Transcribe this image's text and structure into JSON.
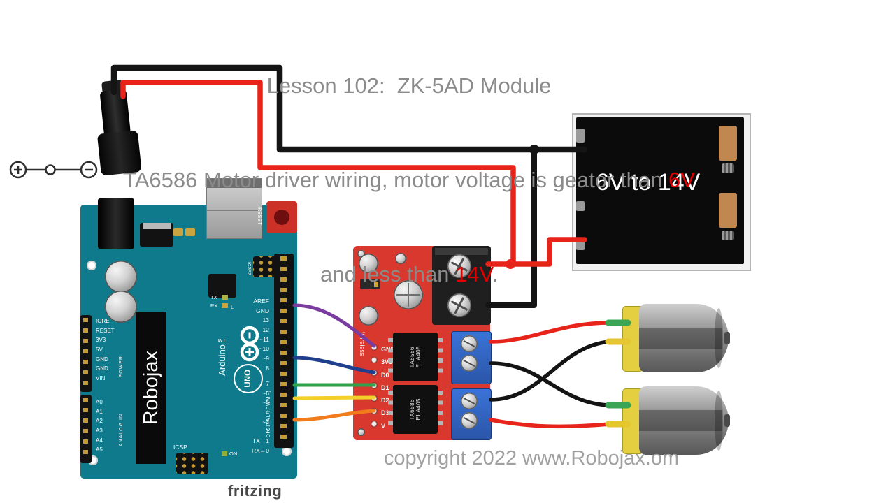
{
  "title": {
    "line1": "Lesson 102:  ZK-5AD Module",
    "line2_text": "TA6586 Motor driver wiring, motor voltage is geator than ",
    "line2_highlight": "6V",
    "line3_text": "and less than ",
    "line3_highlight": "14V",
    "line3_suffix": "."
  },
  "watermark": {
    "copyright": "copyright 2022 www.Robojax.om",
    "fritzing": "fritzing"
  },
  "battery": {
    "label": "6V to 14V"
  },
  "arduino": {
    "brand": "Robojax",
    "logo": "Arduino™",
    "uno": "UNO",
    "reset_label": "RESET",
    "icsp_label": "ICSP",
    "icsp2_label": "ICSP2",
    "on_label": "ON",
    "l_label": "L",
    "tx_label": "TX",
    "rx_label": "RX",
    "digital_label": "DIGITAL (PWM~)",
    "power_label": "POWER",
    "analog_label": "ANALOG IN",
    "right_pins_top": [
      "AREF",
      "GND",
      "13",
      "12",
      "~11",
      "~10",
      "~9",
      "8"
    ],
    "right_pins_bottom": [
      "7",
      "~6",
      "~5",
      "4",
      "~3",
      "2",
      "TX→1",
      "RX←0"
    ],
    "left_pins_power": [
      "IOREF",
      "RESET",
      "3V3",
      "5V",
      "GND",
      "GND",
      "VIN"
    ],
    "left_pins_analog": [
      "A0",
      "A1",
      "A2",
      "A3",
      "A4",
      "A5"
    ]
  },
  "module": {
    "silk_label": "Wireless",
    "pins": [
      "GND",
      "3V3",
      "D0",
      "D1",
      "D2",
      "D3",
      "V"
    ],
    "chip_line1": "TA6586",
    "chip_line2": "ELA405"
  },
  "colors": {
    "wire_black": "#141414",
    "wire_red": "#e8231a",
    "wire_purple": "#7a3c9e",
    "wire_blue": "#1f3e8c",
    "wire_green": "#2fa24b",
    "wire_yellow": "#f2d029",
    "wire_orange": "#f07c1c",
    "stub_green": "#3aa655",
    "stub_yellow": "#e5c62e",
    "board_teal": "#0e7a8b",
    "pcb_red": "#d8382e",
    "terminal_blue": "#2f63c8",
    "highlight_red": "#e00000"
  }
}
